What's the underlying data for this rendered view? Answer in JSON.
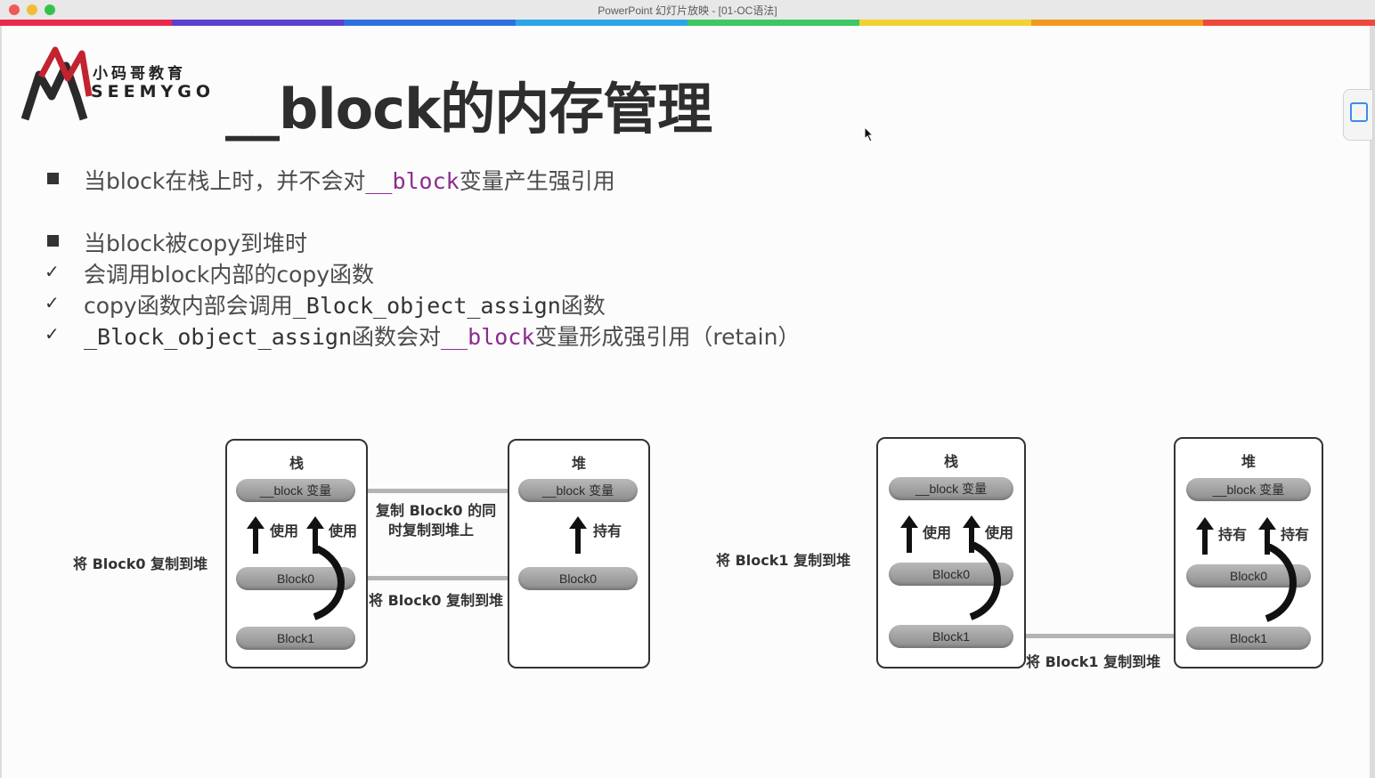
{
  "window": {
    "title": "PowerPoint 幻灯片放映 - [01-OC语法]"
  },
  "colorbar": [
    "#e82a4b",
    "#5b3fd0",
    "#2f6fe0",
    "#2aa6e6",
    "#3cc864",
    "#f2d230",
    "#f29a20",
    "#ee4a3a"
  ],
  "logo": {
    "cn": "小码哥教育",
    "en": "SEEMYGO"
  },
  "title": "__block的内存管理",
  "bullets": [
    {
      "marker": "square",
      "parts": [
        {
          "t": "当block在栈上时，并不会对"
        },
        {
          "t": "__block",
          "c": "purple"
        },
        {
          "t": "变量产生强引用"
        }
      ]
    },
    {
      "marker": "square",
      "parts": [
        {
          "t": "当block被copy到堆时"
        }
      ]
    },
    {
      "marker": "check",
      "mark": "✓",
      "parts": [
        {
          "t": "会调用block内部的copy函数"
        }
      ]
    },
    {
      "marker": "check",
      "mark": "✓",
      "parts": [
        {
          "t": "copy函数内部会调用"
        },
        {
          "t": "_Block_object_assign",
          "c": "code"
        },
        {
          "t": "函数"
        }
      ]
    },
    {
      "marker": "check",
      "mark": "✓",
      "parts": [
        {
          "t": "_Block_object_assign",
          "c": "code"
        },
        {
          "t": "函数会对"
        },
        {
          "t": "__block",
          "c": "purple"
        },
        {
          "t": "变量形成强引用（retain）"
        }
      ]
    }
  ],
  "diagram1": {
    "side_label": "将 Block0 复制到堆",
    "stack": {
      "title": "栈",
      "var": "__block 变量",
      "use1": "使用",
      "use2": "使用",
      "block0": "Block0",
      "block1": "Block1"
    },
    "mid_top": [
      "复制 Block0 的同",
      "时复制到堆上"
    ],
    "mid_bottom": "将 Block0 复制到堆",
    "heap": {
      "title": "堆",
      "var": "__block 变量",
      "hold": "持有",
      "block0": "Block0"
    }
  },
  "diagram2": {
    "side_label": "将 Block1 复制到堆",
    "stack": {
      "title": "栈",
      "var": "__block 变量",
      "use1": "使用",
      "use2": "使用",
      "block0": "Block0",
      "block1": "Block1"
    },
    "bottom_label": "将 Block1 复制到堆",
    "heap": {
      "title": "堆",
      "var": "__block 变量",
      "hold1": "持有",
      "hold2": "持有",
      "block0": "Block0",
      "block1": "Block1"
    }
  }
}
